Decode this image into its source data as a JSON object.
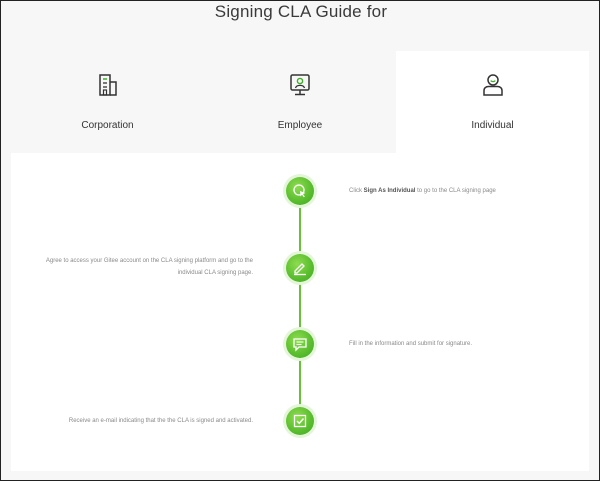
{
  "header": {
    "title": "Signing CLA Guide for"
  },
  "tabs": [
    {
      "label": "Corporation",
      "icon": "building-icon",
      "active": false
    },
    {
      "label": "Employee",
      "icon": "employee-badge-icon",
      "active": false
    },
    {
      "label": "Individual",
      "icon": "individual-user-icon",
      "active": true
    }
  ],
  "steps": [
    {
      "icon": "pointer-click-icon",
      "text_before": "Click ",
      "text_bold": "Sign As Individual",
      "text_after": " to go to the CLA signing page",
      "side": "right"
    },
    {
      "icon": "edit-pen-icon",
      "text": "Agree to access your Gitee account on the CLA signing platform and go to the individual CLA signing page.",
      "side": "left"
    },
    {
      "icon": "message-form-icon",
      "text": "Fill in the information and submit for signature.",
      "side": "right"
    },
    {
      "icon": "checkbox-done-icon",
      "text": "Receive an e-mail indicating that the the CLA is signed and activated.",
      "side": "left"
    }
  ],
  "colors": {
    "accent_green": "#67c23a",
    "icon_green": "#3fae2a",
    "background": "#f7f7f7",
    "panel": "#ffffff"
  }
}
